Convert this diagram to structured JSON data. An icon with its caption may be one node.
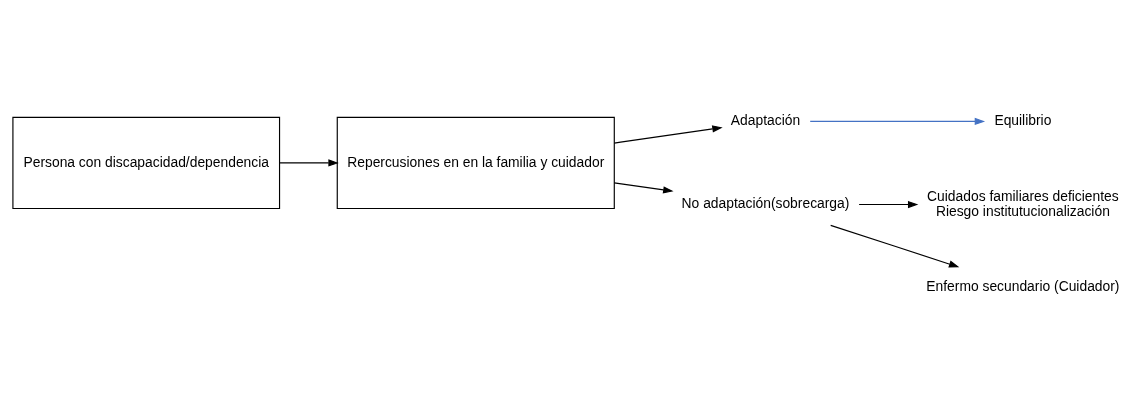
{
  "diagram": {
    "nodes": [
      {
        "text": [
          "Persona con discapacidad/dependencia"
        ]
      },
      {
        "text": [
          "Repercusiones en en la familia y cuidador"
        ]
      },
      {
        "text": [
          "Adaptación"
        ]
      },
      {
        "text": [
          "Equilibrio"
        ]
      },
      {
        "text": [
          "No adaptación(sobrecarga)"
        ]
      },
      {
        "text": [
          "Cuidados familiares deficientes",
          "Riesgo institutucionalización"
        ]
      },
      {
        "text": [
          "Enfermo secundario (Cuidador)"
        ]
      }
    ],
    "edges": [
      {
        "from": 0,
        "to": 1,
        "arrow": "to"
      },
      {
        "from": 1,
        "to": 2,
        "arrow": "to"
      },
      {
        "from": 1,
        "to": 4,
        "arrow": "to"
      },
      {
        "from": 2,
        "to": 3,
        "arrow": "to",
        "color": "#4472c4"
      },
      {
        "from": 4,
        "to": 5,
        "arrow": "to"
      },
      {
        "from": 4,
        "to": 6,
        "arrow": "to"
      }
    ]
  }
}
